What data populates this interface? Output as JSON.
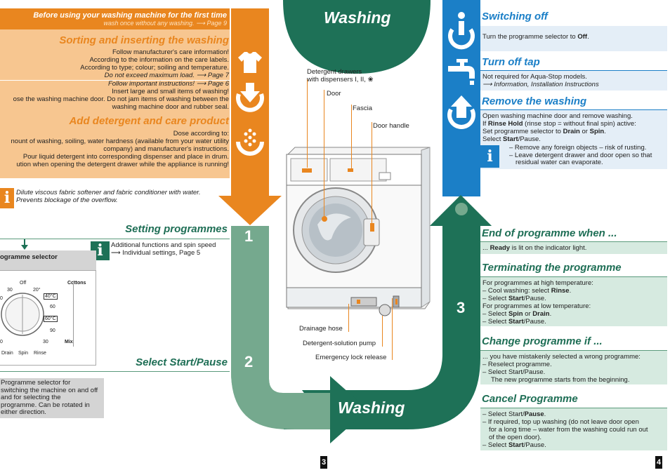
{
  "intro": {
    "line1": "Before using your washing machine for the first time",
    "line2": "wash once without any washing. ⟶ Page 9"
  },
  "sorting": {
    "title": "Sorting and inserting the washing",
    "lines": [
      "Follow manufacturer's care information!",
      "According to the information on the care labels.",
      "According to type; colour; soiling and temperature.",
      "Do not exceed maximum load. ⟶ Page 7"
    ],
    "lines2": [
      "Follow important instructions! ⟶ Page 6",
      "Insert large and small items of washing!",
      "ose the washing machine door. Do not jam items of washing between the",
      "washing machine door and rubber seal."
    ]
  },
  "detergent": {
    "title": "Add detergent and care product",
    "lines": [
      "Dose according to:",
      "nount of washing, soiling, water hardness (available from your water utility",
      "company) and manufacturer's instructions.",
      "Pour liquid detergent into corresponding dispenser and place in drum.",
      "ution when opening the detergent drawer while the appliance is running!"
    ]
  },
  "softener_note": {
    "line1": "Dilute viscous fabric softener and fabric conditioner with water.",
    "line2": "Prevents blockage of the overflow."
  },
  "setting": {
    "title": "Setting programmes",
    "note1": "Additional functions and spin speed",
    "note2": "⟶ Individual settings, Page 5",
    "selector_label": "ogramme selector",
    "dial": {
      "off": "Off",
      "t30": "30",
      "t20": "20°",
      "t40": "40°C",
      "t60": "60",
      "t60c": "60°C",
      "t90": "90",
      "t30b": "30",
      "left_a": "0",
      "left_b": "0",
      "cottons": "Cottons",
      "mix": "Mix",
      "drain": "Drain",
      "spin": "Spin",
      "rinse": "Rinse"
    },
    "selector_desc": [
      "Programme selector for",
      "switching the machine on and off",
      "and for selecting the",
      "programme. Can be rotated in",
      "either direction."
    ]
  },
  "select_start": {
    "title": "Select Start/Pause"
  },
  "steps": {
    "s1": "1",
    "s2": "2",
    "s3": "3"
  },
  "washing_top": "Washing",
  "washing_bottom": "Washing",
  "machine_labels": {
    "drawers_a": "Detergent drawers",
    "drawers_b": "with dispensers I, II, ❀",
    "door": "Door",
    "fascia": "Fascia",
    "handle": "Door handle",
    "drainage": "Drainage  hose",
    "pump": "Detergent-solution pump",
    "emergency": "Emergency lock release"
  },
  "switching_off": {
    "title": "Switching off",
    "text_pre": "Turn the programme selector to ",
    "text_bold": "Off",
    "text_post": "."
  },
  "turn_off_tap": {
    "title": "Turn off tap",
    "line1": "Not required for Aqua-Stop models.",
    "line2": "⟶ Information, Installation Instructions"
  },
  "remove": {
    "title": "Remove the washing",
    "line1": "Open washing machine door and remove washing.",
    "line2_pre": "If ",
    "line2_bold": "Rinse Hold",
    "line2_post": " (rinse stop = without final spin) active:",
    "line3_pre": "Set programme selector to ",
    "line3_b1": "Drain",
    "line3_mid": " or ",
    "line3_b2": "Spin",
    "line3_post": ".",
    "line4_pre": "Select ",
    "line4_bold": "Start",
    "line4_post": "/Pause.",
    "info1": "–  Remove any foreign objects – risk of rusting.",
    "info2a": "–  Leave detergent drawer and door open so that",
    "info2b": "residual water can evaporate."
  },
  "end_when": {
    "title": "End of programme when ...",
    "pre": "... ",
    "bold": "Ready",
    "post": " is lit on the indicator light."
  },
  "terminating": {
    "title": "Terminating the programme",
    "l1": "For programmes at high temperature:",
    "l2_pre": "– Cool washing: select ",
    "l2_bold": "Rinse",
    "l2_post": ".",
    "l3_pre": "– Select ",
    "l3_bold": "Start",
    "l3_post": "/Pause.",
    "l4": "For programmes at low temperature:",
    "l5_pre": "– Select ",
    "l5_b1": "Spin",
    "l5_mid": " or ",
    "l5_b2": "Drain",
    "l5_post": ".",
    "l6_pre": "– Select ",
    "l6_bold": "Start",
    "l6_post": "/Pause."
  },
  "change": {
    "title": "Change programme if ...",
    "l1": "... you have mistakenly selected a wrong programme:",
    "l2": "– Reselect programme.",
    "l3": "– Select Start/Pause.",
    "l4": "The new programme starts from the beginning."
  },
  "cancel": {
    "title": "Cancel Programme",
    "l1_pre": "– Select Start/",
    "l1_bold": "Pause",
    "l1_post": ".",
    "l2": "– If required, top up washing (do not leave door open",
    "l3": "for a long time – water from the washing could run out",
    "l4": "of the open door).",
    "l5_pre": "– Select ",
    "l5_bold": "Start",
    "l5_post": "/Pause."
  },
  "pages": {
    "left": "3",
    "right": "4"
  },
  "colors": {
    "orange": "#e9861f",
    "light_green": "#75a98e",
    "dark_green": "#1e7157",
    "blue": "#1b7fc7"
  },
  "icons": [
    "shirt-icon",
    "download-arrow-icon",
    "powder-icon",
    "power-icon",
    "tap-icon",
    "upload-arrow-icon",
    "info-icon"
  ]
}
